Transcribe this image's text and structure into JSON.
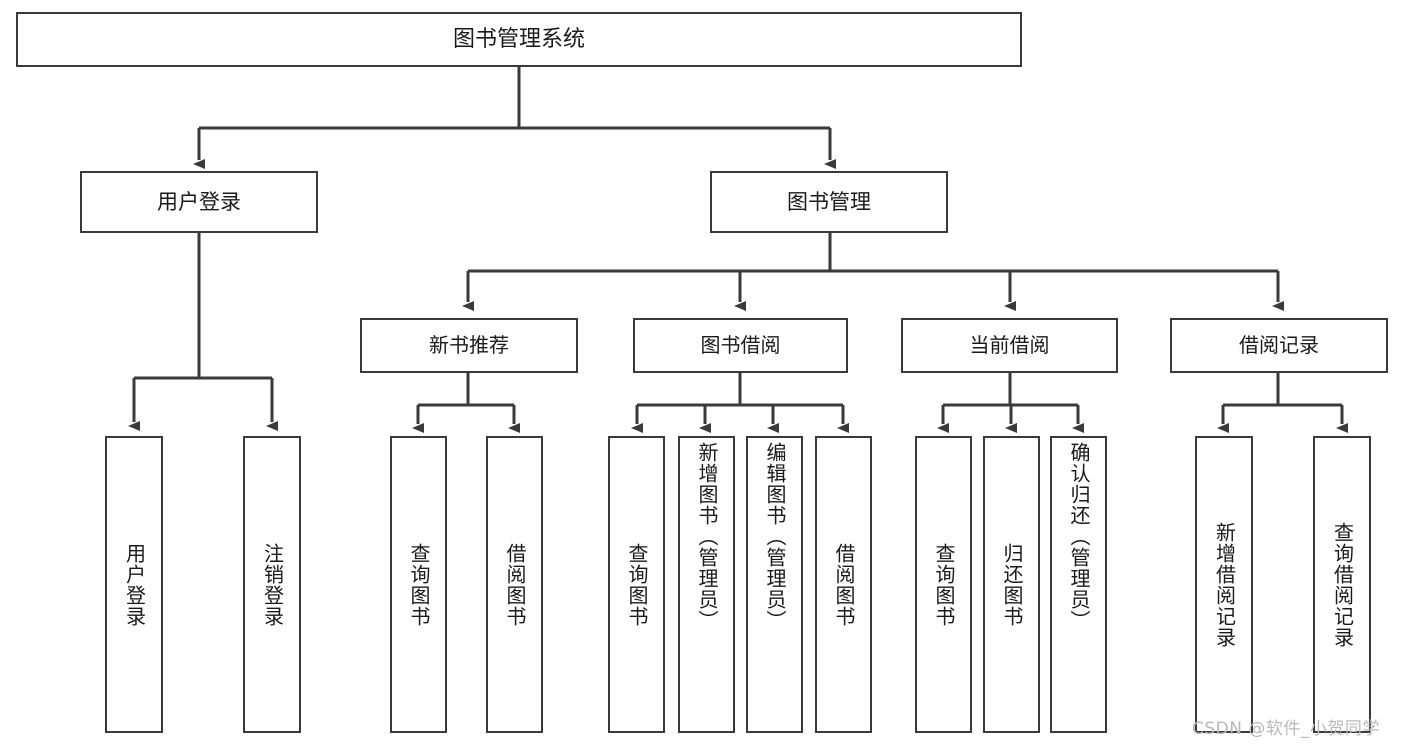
{
  "diagram": {
    "type": "tree",
    "title": "图书管理系统",
    "style": {
      "line_color": "#3a3a3a",
      "box_border_color": "#3a3a3a",
      "box_fill": "#ffffff",
      "text_color": "#1a1a1a",
      "watermark_color": "#b9b9b9"
    },
    "root": {
      "label": "图书管理系统"
    },
    "level1": [
      {
        "id": "user-login",
        "label": "用户登录"
      },
      {
        "id": "book-manage",
        "label": "图书管理"
      }
    ],
    "level2": [
      {
        "id": "new-book-recommend",
        "label": "新书推荐",
        "parent": "book-manage"
      },
      {
        "id": "book-borrow",
        "label": "图书借阅",
        "parent": "book-manage"
      },
      {
        "id": "current-borrow",
        "label": "当前借阅",
        "parent": "book-manage"
      },
      {
        "id": "borrow-record",
        "label": "借阅记录",
        "parent": "book-manage"
      }
    ],
    "leaves": {
      "user-login": [
        {
          "id": "leaf-user-login",
          "label": "用户登录"
        },
        {
          "id": "leaf-user-logout",
          "label": "注销登录"
        }
      ],
      "new-book-recommend": [
        {
          "id": "leaf-query-book-1",
          "label": "查询图书"
        },
        {
          "id": "leaf-borrow-book-1",
          "label": "借阅图书"
        }
      ],
      "book-borrow": [
        {
          "id": "leaf-query-book-2",
          "label": "查询图书"
        },
        {
          "id": "leaf-add-book",
          "label": "新增图书（管理员）"
        },
        {
          "id": "leaf-edit-book",
          "label": "编辑图书（管理员）"
        },
        {
          "id": "leaf-borrow-book-2",
          "label": "借阅图书"
        }
      ],
      "current-borrow": [
        {
          "id": "leaf-query-book-3",
          "label": "查询图书"
        },
        {
          "id": "leaf-return-book",
          "label": "归还图书"
        },
        {
          "id": "leaf-confirm-return",
          "label": "确认归还（管理员）"
        }
      ],
      "borrow-record": [
        {
          "id": "leaf-add-record",
          "label": "新增借阅记录"
        },
        {
          "id": "leaf-query-record",
          "label": "查询借阅记录"
        }
      ]
    }
  },
  "watermark": {
    "text": "CSDN @软件_小贺同学"
  }
}
